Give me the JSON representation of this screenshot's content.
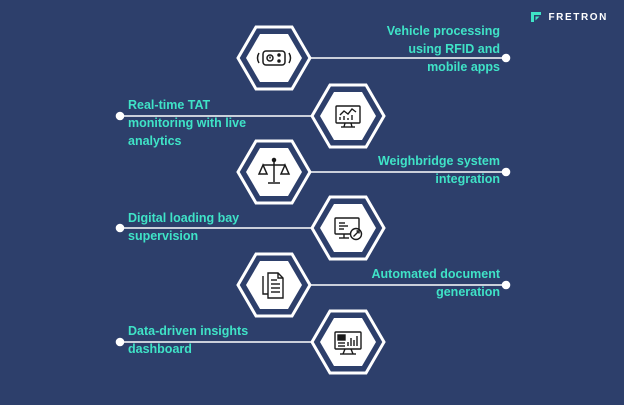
{
  "brand": {
    "name": "FRETRON",
    "accent": "#3fe3c7"
  },
  "colors": {
    "background": "#2d3f6b",
    "hex_fill": "#2d3f6b",
    "hex_border": "#ffffff",
    "label": "#3fe3c7"
  },
  "steps": [
    {
      "label": "Vehicle processing using RFID and mobile apps",
      "icon": "rfid-reader-icon",
      "side": "right"
    },
    {
      "label": "Real-time TAT monitoring with live analytics",
      "icon": "analytics-monitor-icon",
      "side": "left"
    },
    {
      "label": "Weighbridge system integration",
      "icon": "scale-icon",
      "side": "right"
    },
    {
      "label": "Digital loading bay supervision",
      "icon": "settings-monitor-icon",
      "side": "left"
    },
    {
      "label": "Automated document generation",
      "icon": "documents-icon",
      "side": "right"
    },
    {
      "label": "Data-driven insights dashboard",
      "icon": "dashboard-icon",
      "side": "left"
    }
  ]
}
